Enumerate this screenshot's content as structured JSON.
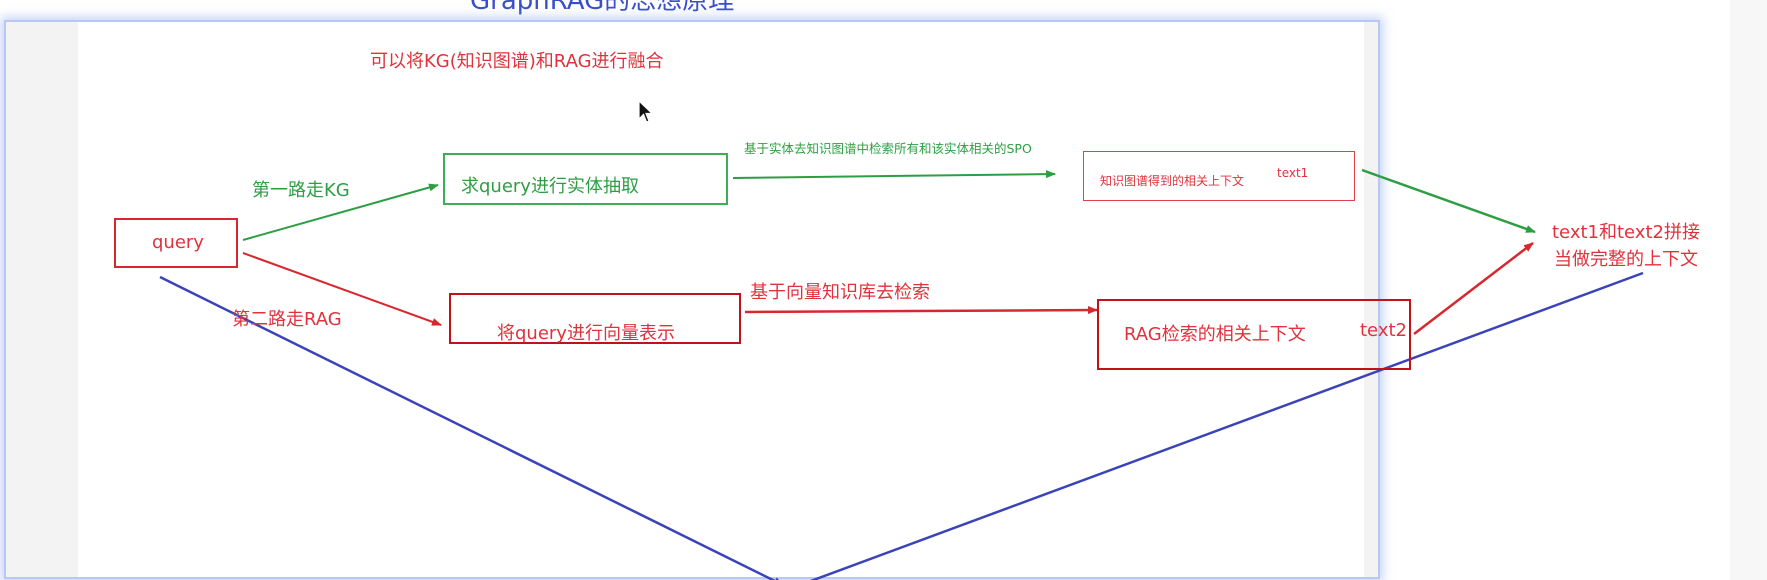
{
  "slide_title": "GraphRAG的思想原理",
  "heading": "可以将KG(知识图谱)和RAG进行融合",
  "nodes": {
    "query": "query",
    "entity_extract": "求query进行实体抽取",
    "kg_context_label": "知识图谱得到的相关上下文",
    "kg_context_tag": "text1",
    "vectorize": "将query进行向量表示",
    "rag_context_label": "RAG检索的相关上下文",
    "rag_context_tag": "text2",
    "merge_line1": "text1和text2拼接",
    "merge_line2": "当做完整的上下文"
  },
  "edge_labels": {
    "kg_path": "第一路走KG",
    "rag_path": "第二路走RAG",
    "kg_search": "基于实体去知识图谱中检索所有和该实体相关的SPO",
    "vector_search": "基于向量知识库去检索"
  },
  "colors": {
    "red": "#e0323c",
    "green": "#2e9e44",
    "blue": "#3a44b8"
  }
}
